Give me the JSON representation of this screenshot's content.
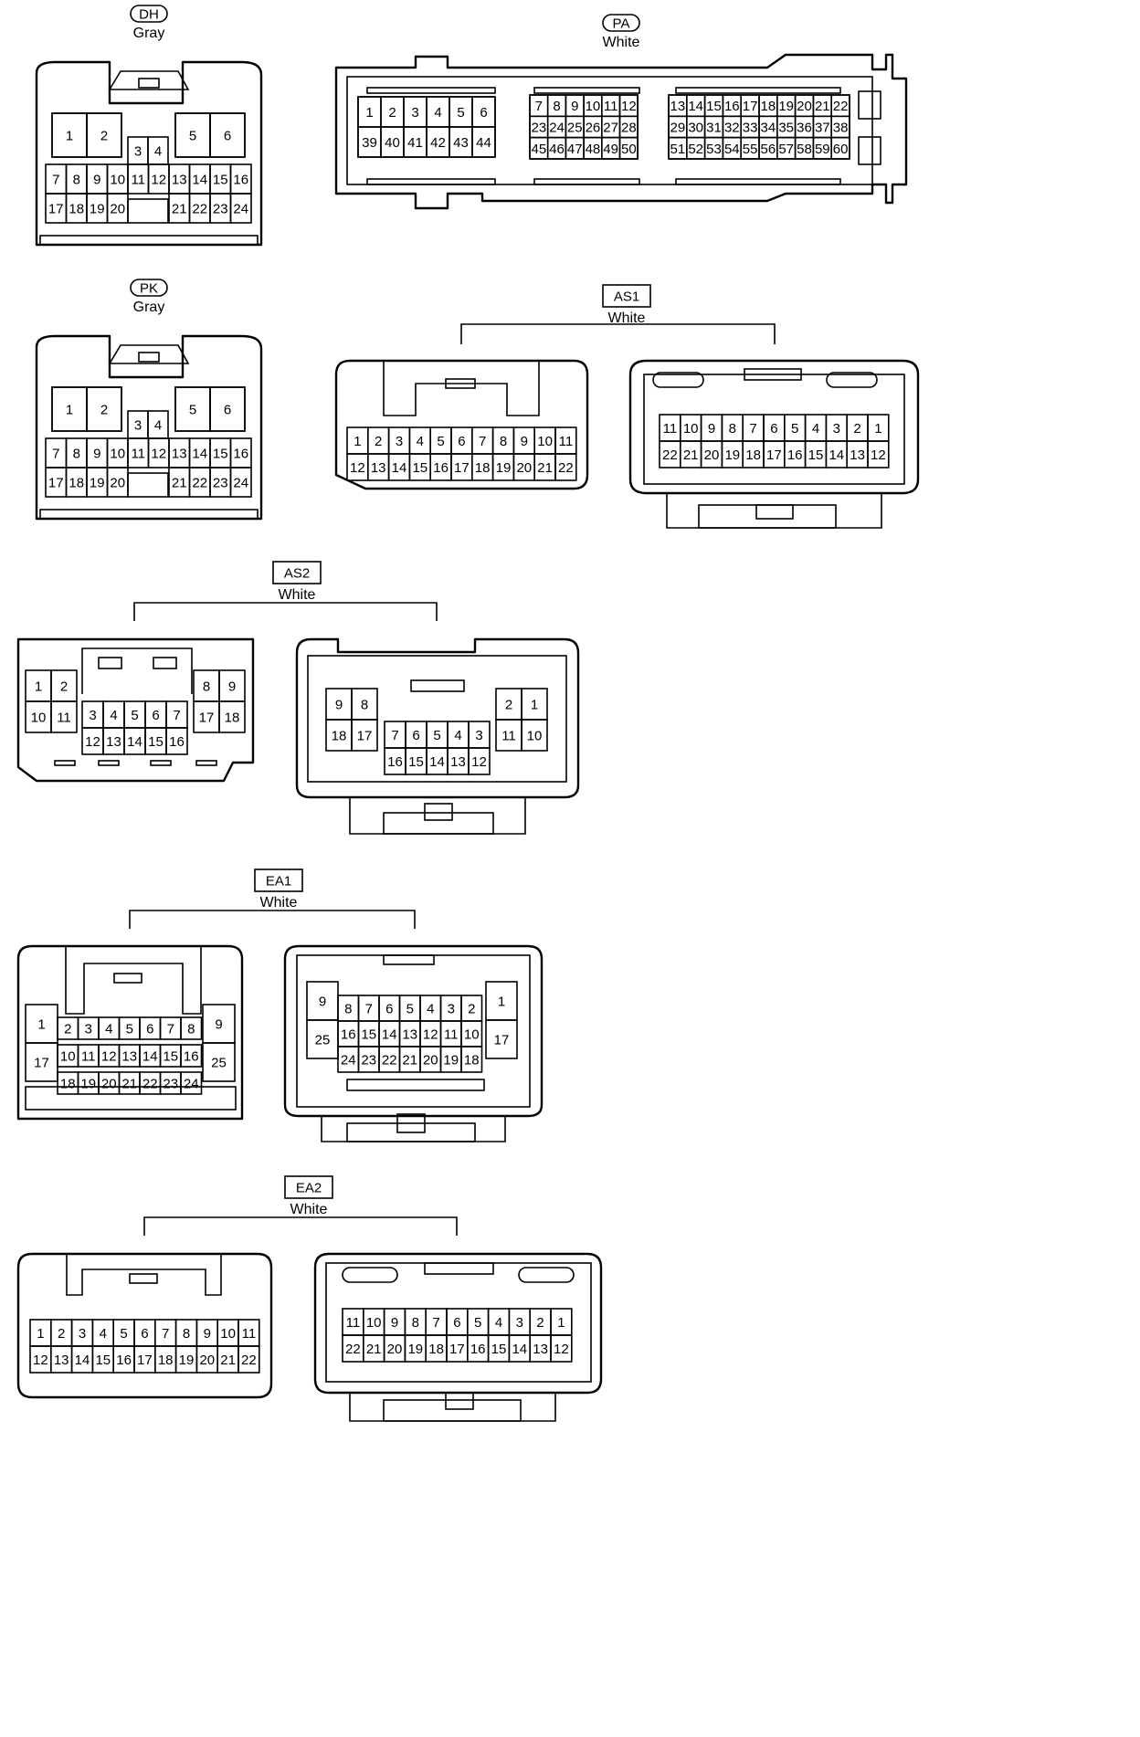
{
  "connectors": [
    {
      "id": "DH",
      "color": "Gray",
      "housings": 1
    },
    {
      "id": "PA",
      "color": "White",
      "housings": 1
    },
    {
      "id": "PK",
      "color": "Gray",
      "housings": 1
    },
    {
      "id": "AS1",
      "color": "White",
      "housings": 2
    },
    {
      "id": "AS2",
      "color": "White",
      "housings": 2
    },
    {
      "id": "EA1",
      "color": "White",
      "housings": 2
    },
    {
      "id": "EA2",
      "color": "White",
      "housings": 2
    }
  ]
}
